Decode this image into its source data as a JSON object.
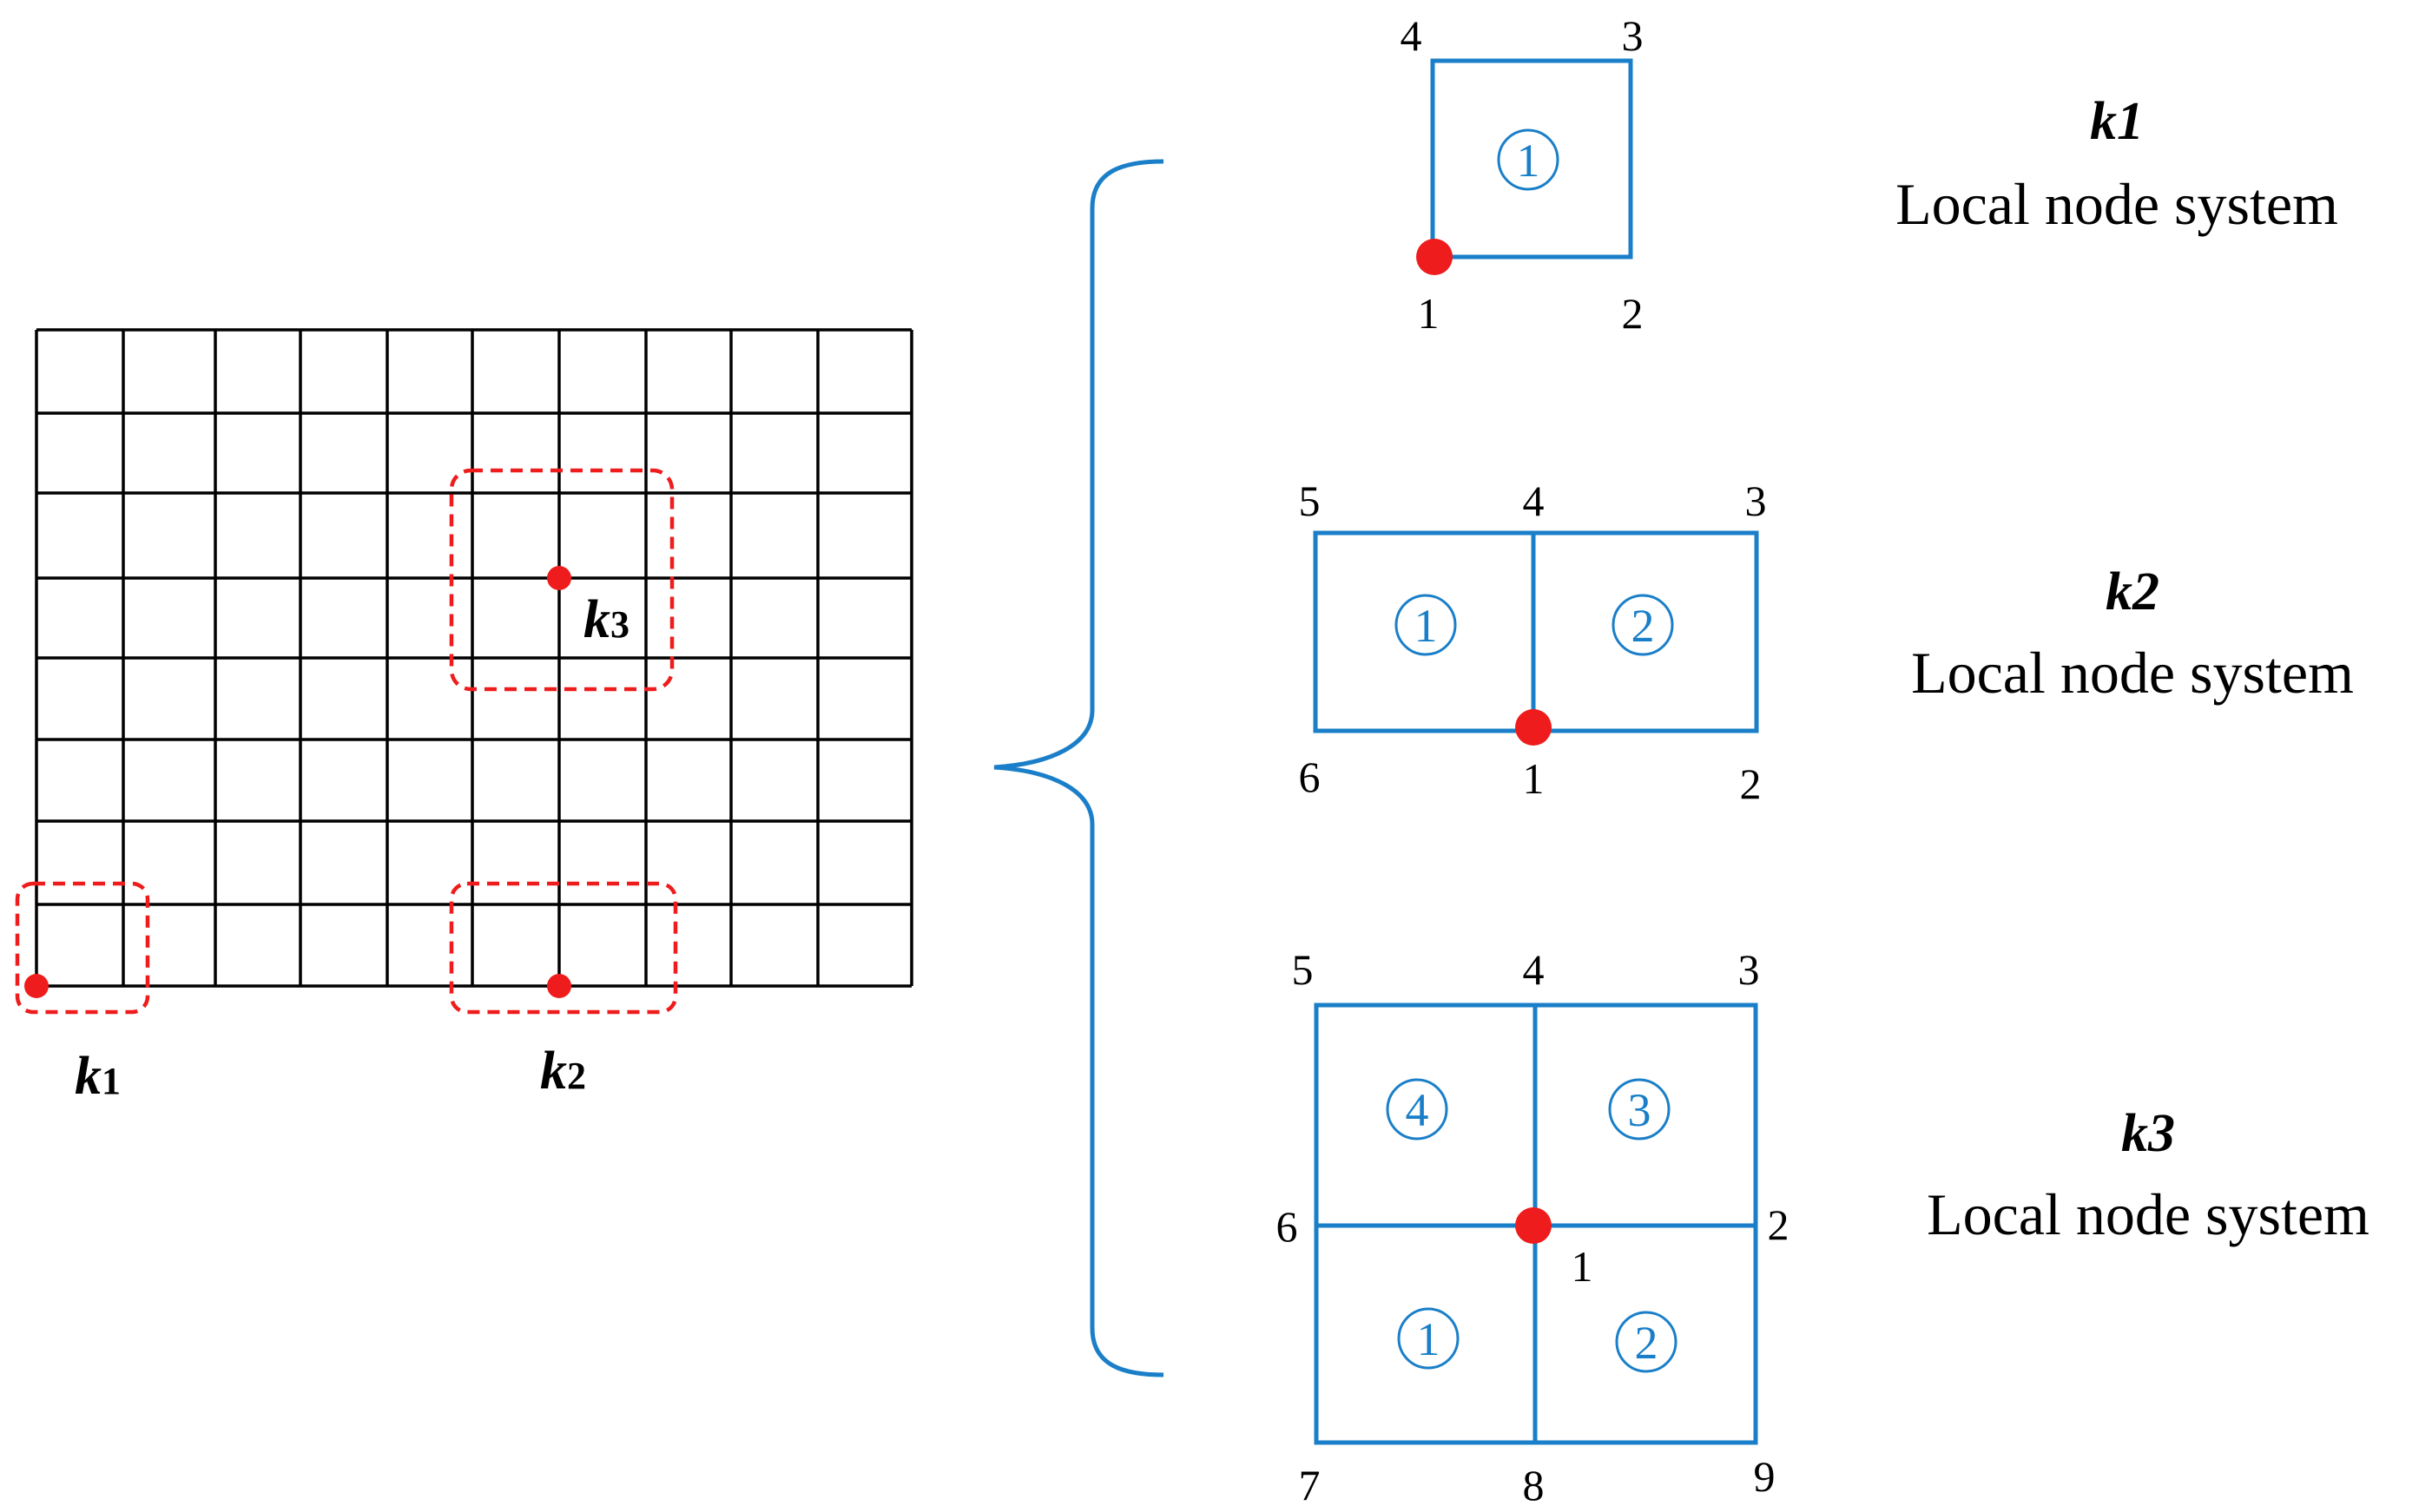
{
  "colors": {
    "grid": "#000000",
    "element": "#1a7fc8",
    "highlight": "#ee1c1c",
    "text": "#000000"
  },
  "mesh": {
    "labels": {
      "k1": {
        "main": "k",
        "sub": "1"
      },
      "k2": {
        "main": "k",
        "sub": "2"
      },
      "k3": {
        "main": "k",
        "sub": "3"
      }
    }
  },
  "systems": [
    {
      "id": "k1",
      "title": "k1",
      "caption": "Local node system",
      "nodes": [
        "1",
        "2",
        "3",
        "4"
      ],
      "elements": [
        "1"
      ]
    },
    {
      "id": "k2",
      "title": "k2",
      "caption": "Local node system",
      "nodes": [
        "1",
        "2",
        "3",
        "4",
        "5",
        "6"
      ],
      "elements": [
        "1",
        "2"
      ]
    },
    {
      "id": "k3",
      "title": "k3",
      "caption": "Local node system",
      "nodes": [
        "1",
        "2",
        "3",
        "4",
        "5",
        "6",
        "7",
        "8",
        "9"
      ],
      "elements": [
        "1",
        "2",
        "3",
        "4"
      ]
    }
  ]
}
